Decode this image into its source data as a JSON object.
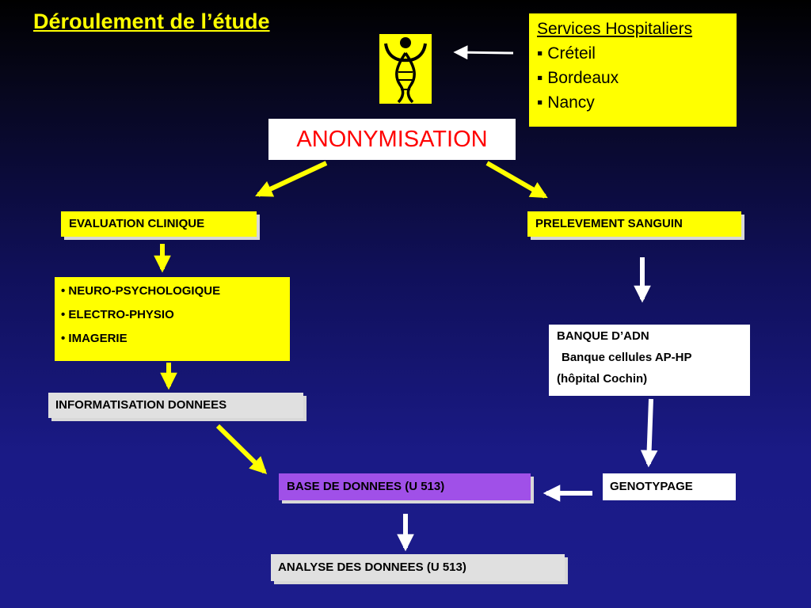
{
  "title": "Déroulement de l’étude",
  "services": {
    "heading": "Services Hospitaliers",
    "items": [
      "Créteil",
      "Bordeaux",
      "Nancy"
    ]
  },
  "logo_icon": "dna-figure-icon",
  "anonymisation": "ANONYMISATION",
  "evaluation": "EVALUATION CLINIQUE",
  "prelevement": "PRELEVEMENT SANGUIN",
  "examens": [
    "NEURO-PSYCHOLOGIQUE",
    "ELECTRO-PHYSIO",
    "IMAGERIE"
  ],
  "banque": {
    "line1": "BANQUE D’ADN",
    "line2": "Banque cellules AP-HP",
    "line3": "(hôpital Cochin)"
  },
  "informatisation": "INFORMATISATION DONNEES",
  "base": "BASE DE DONNEES  (U 513)",
  "genotypage": "GENOTYPAGE",
  "analyse": "ANALYSE DES DONNEES  (U 513)",
  "colors": {
    "background": "#1a1a86",
    "title": "#ffff00",
    "box_yellow": "#ffff00",
    "box_violet": "#a050e8",
    "box_grey": "#e0e0e0",
    "anon_text": "#ff0000",
    "arrow_yellow": "#ffff00",
    "arrow_white": "#ffffff"
  }
}
